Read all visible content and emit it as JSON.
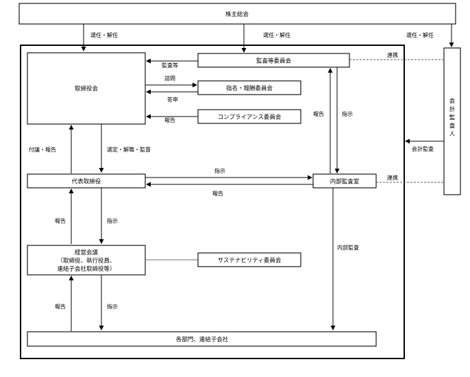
{
  "nodes": {
    "shareholders_meeting": "株主総会",
    "auditors": "会計監査人",
    "board": "取締役会",
    "audit_committee": "監査等委員会",
    "nomination_committee": "指名・報酬委員会",
    "compliance_committee": "コンプライアンス委員会",
    "representative_director": "代表取締役",
    "internal_audit_office": "内部監査室",
    "management_meeting": [
      "経営会議",
      "（取締役、執行役員、",
      "連結子会社取締役等）"
    ],
    "sustainability_committee": "サステナビリティ委員会",
    "departments": "各部門、連結子会社"
  },
  "edges": {
    "elect_dismiss": "選任・解任",
    "audit_etc": "監査等",
    "consult": "諮問",
    "answer": "答申",
    "report": "報告",
    "instruct": "指示",
    "agenda_report": "付議・報告",
    "select_dismiss_supervise": "選定・解職・監督",
    "cooperate": "連携",
    "accounting_audit": "会計監査",
    "internal_audit": "内部監査"
  }
}
